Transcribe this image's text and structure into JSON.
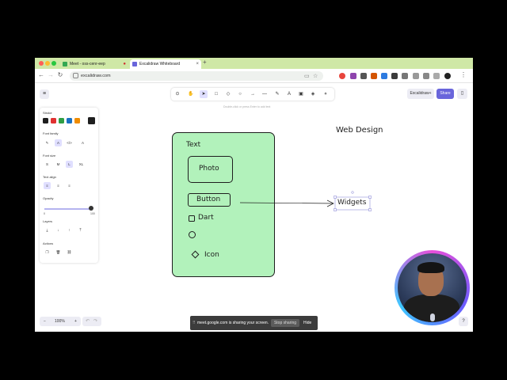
{
  "browser": {
    "tabs": [
      {
        "label": "Meet - oss-cenr-eep",
        "active": false
      },
      {
        "label": "Excalidraw Whiteboard",
        "active": true
      }
    ],
    "new_tab": "+",
    "url": "excalidraw.com"
  },
  "app": {
    "hint": "Double-click or press Enter to add text",
    "library_button": "Excalidraw+",
    "share_button": "Share"
  },
  "properties": {
    "stroke_label": "Stroke",
    "stroke_colors": [
      "#1e1e1e",
      "#e03131",
      "#2f9e44",
      "#1971c2",
      "#f08c00",
      "#1e1e1e"
    ],
    "font_family_label": "Font family",
    "font_size_label": "Font size",
    "font_sizes": [
      "S",
      "M",
      "L",
      "XL"
    ],
    "text_align_label": "Text align",
    "opacity_label": "Opacity",
    "opacity_min": "0",
    "opacity_max": "100",
    "opacity_value": 100,
    "layers_label": "Layers",
    "actions_label": "Actions"
  },
  "canvas": {
    "frame_title": "Text",
    "photo": "Photo",
    "button": "Button",
    "checkbox": "Dart",
    "icon": "Icon",
    "widgets": "Widgets",
    "heading": "Web Design"
  },
  "bottom": {
    "zoom": "100%",
    "zoom_out": "−",
    "zoom_in": "+"
  },
  "share_banner": {
    "text": "meet.google.com is sharing your screen.",
    "stop": "Stop sharing",
    "hide": "Hide"
  },
  "colors": {
    "frame_fill": "#b2f2bb",
    "accent": "#6965db",
    "tabbar": "#cfe8a6"
  }
}
